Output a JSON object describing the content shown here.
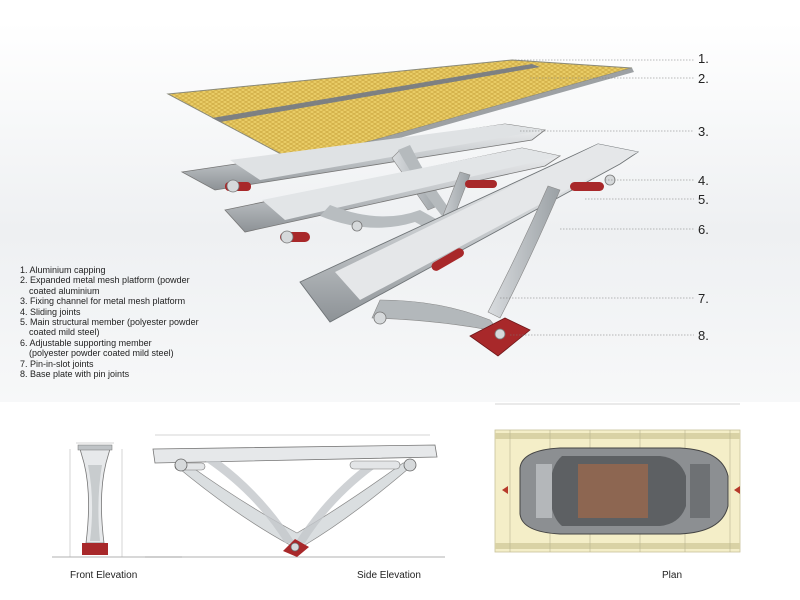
{
  "callouts": [
    "1.",
    "2.",
    "3.",
    "4.",
    "5.",
    "6.",
    "7.",
    "8."
  ],
  "legend": [
    {
      "text": "1. Aluminium capping"
    },
    {
      "text": "2. Expanded metal mesh platform (powder"
    },
    {
      "text": "coated aluminium",
      "indent": true
    },
    {
      "text": "3. Fixing channel for metal mesh platform"
    },
    {
      "text": "4. Sliding joints"
    },
    {
      "text": "5. Main structural member (polyester powder"
    },
    {
      "text": "coated mild steel)",
      "indent": true
    },
    {
      "text": "6. Adjustable supporting member"
    },
    {
      "text": "(polyester powder coated mild steel)",
      "indent": true
    },
    {
      "text": "7. Pin-in-slot joints"
    },
    {
      "text": "8. Base plate with pin joints"
    }
  ],
  "captions": {
    "front": "Front Elevation",
    "side": "Side Elevation",
    "plan": "Plan"
  },
  "colors": {
    "mesh": "#e8c862",
    "metal": "#c9cdd0",
    "joint_red": "#a8282a",
    "plan_bg": "#f4eec8"
  }
}
